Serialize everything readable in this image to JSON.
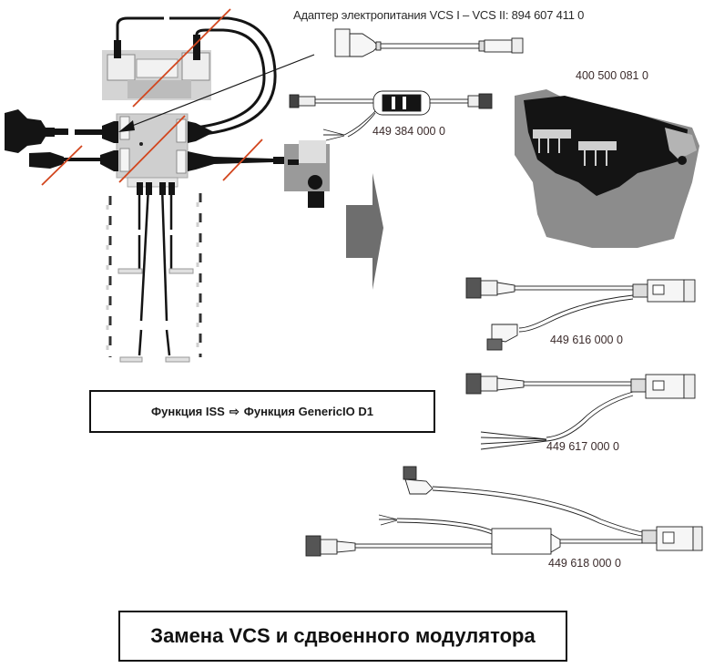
{
  "diagram": {
    "title": "Замена VCS и сдвоенного модулятора",
    "function_change": {
      "from": "Функция ISS",
      "arrow_glyph": "⇨",
      "to": "Функция GenericIO D1"
    },
    "adapter_caption": "Адаптер электропитания VCS I – VCS II: 894 607 411 0",
    "parts": [
      {
        "id": "cable-449-384",
        "label": "449 384 000 0"
      },
      {
        "id": "modulator-400-500",
        "label": "400 500 081 0"
      },
      {
        "id": "cable-449-616",
        "label": "449 616 000 0"
      },
      {
        "id": "cable-449-617",
        "label": "449 617 000 0"
      },
      {
        "id": "cable-449-618",
        "label": "449 618 000 0"
      }
    ],
    "colors": {
      "strike_line": "#d2461e",
      "arrow_fill": "#6e6e6e",
      "component_dark": "#141414",
      "component_gray": "#8c8c8c",
      "component_light": "#d4d4d4"
    }
  }
}
